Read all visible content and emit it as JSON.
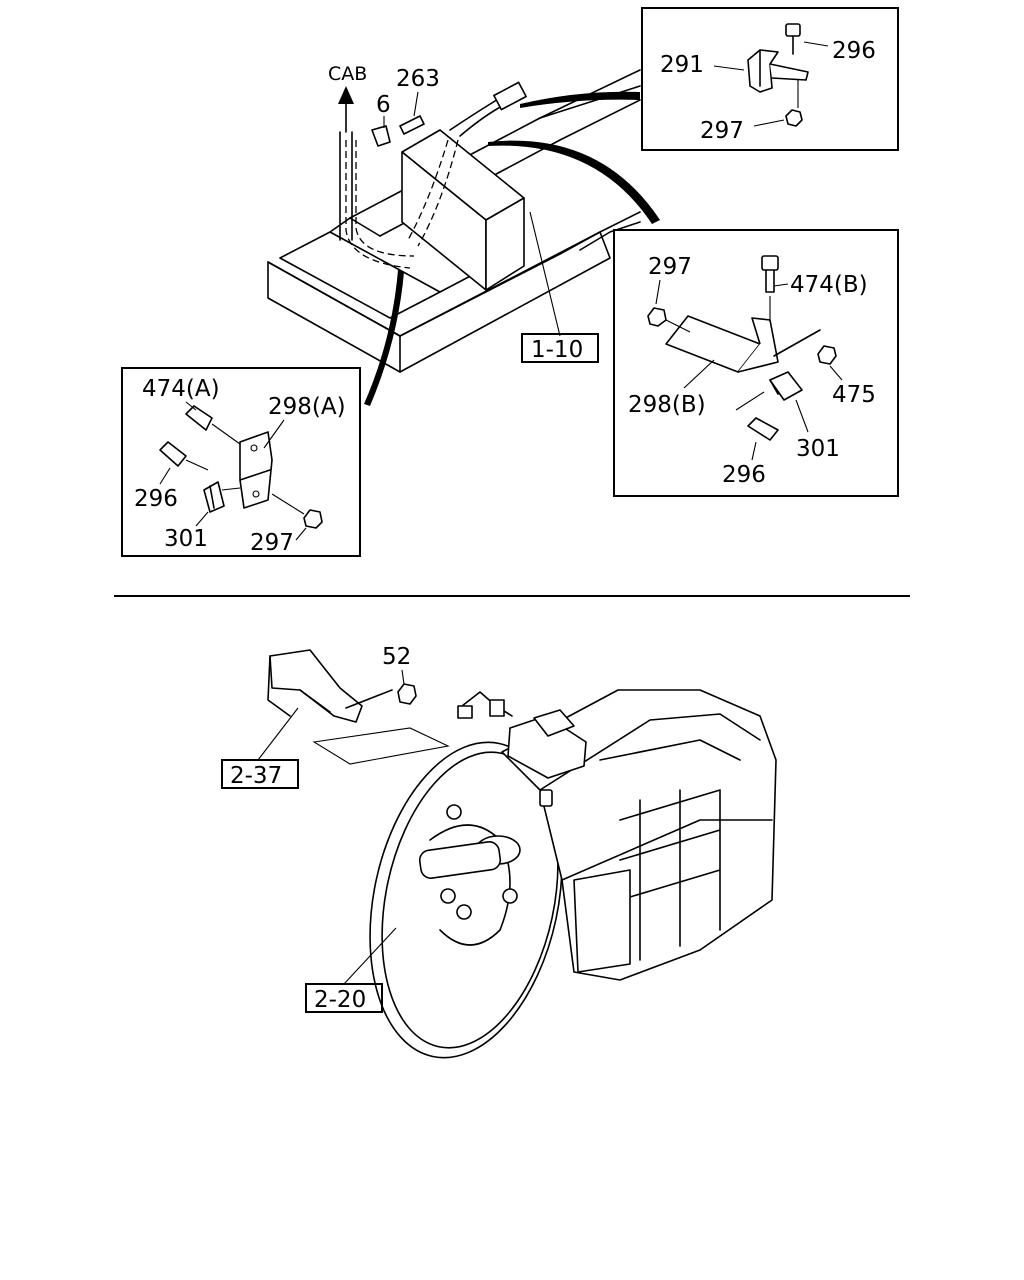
{
  "callouts": {
    "cab": "CAB",
    "top_263": "263",
    "top_6": "6",
    "ref_1_10": "1-10",
    "inset_tr": {
      "p291": "291",
      "p296": "296",
      "p297": "297"
    },
    "inset_mr": {
      "p297": "297",
      "p474b": "474(B)",
      "p475": "475",
      "p298b": "298(B)",
      "p301": "301",
      "p296": "296"
    },
    "inset_bl": {
      "p474a": "474(A)",
      "p298a": "298(A)",
      "p296": "296",
      "p301": "301",
      "p297": "297"
    },
    "lower_52": "52",
    "ref_2_37": "2-37",
    "ref_2_20": "2-20"
  }
}
